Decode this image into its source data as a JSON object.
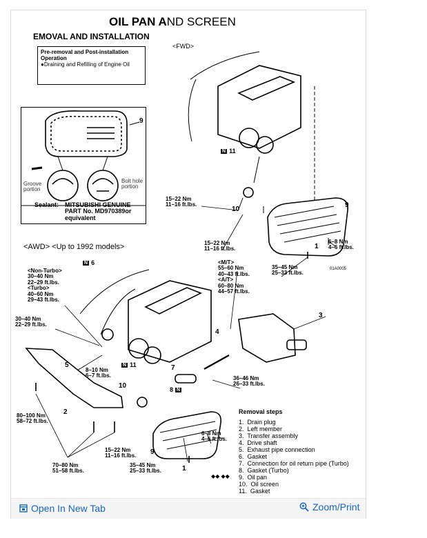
{
  "diagram": {
    "title_pre": "OIL PAN ",
    "title_bold_a": "A",
    "title_rest": "ND SCREEN",
    "subtitle": "EMOVAL AND INSTALLATION",
    "pre_op_line1": "Pre-removal and Post-installation",
    "pre_op_line2": "Operation",
    "pre_op_line3": "●Draining and Refilling of Engine Oil",
    "fwd": "<FWD>",
    "awd": "<AWD> <Up to 1992 models>",
    "inset_callout": "9",
    "groove": "Groove\nportion",
    "bolt_hole": "Bolt hole\nportion",
    "sealant_label": "Sealant:",
    "sealant_text": "MITSUBISHI GENUINE\nPART No. MD970389or\nequivalent",
    "ref_code": "01A0005",
    "removal_title": "Removal steps",
    "steps": [
      "1.  Drain plug",
      "2.  Left member",
      "3.  Transfer assembly",
      "4.  Drive shaft",
      "5.  Exhaust pipe connection",
      "6.  Gasket",
      "7.  Connection for oil return pipe (Turbo)",
      "8.  Gasket (Turbo)",
      "9.  Oil pan",
      "10.  Oil screen",
      "11.  Gasket"
    ],
    "arrows_mark": "◆◆ ◆◆",
    "labels": {
      "fwd_11": "11",
      "fwd_torque1": "15–22 Nm\n11–16 ft.lbs.",
      "fwd_10": "10",
      "fwd_9": "9",
      "fwd_torque2": "15–22 Nm\n11–16 ft.lbs.",
      "fwd_torque3": "6–8 Nm\n4–6 ft.lbs.",
      "fwd_1": "1",
      "fwd_torque4": "35–45 Nm\n25–33 ft.lbs.",
      "awd_6": "6",
      "nonturbo": "<Non-Turbo>\n30–40 Nm\n22–29 ft.lbs.\n<Turbo>\n40–60 Nm\n29–43 ft.lbs.",
      "mt_at": "<M/T>\n55–60 Nm\n40–43 ft.lbs.\n<A/T>\n60–80 Nm\n44–57 ft.lbs.",
      "awd_3": "3",
      "left_torque": "30–40 Nm\n22–29 ft.lbs.",
      "awd_4": "4",
      "awd_5": "5",
      "torque_810": "8–10 Nm\n6–7 ft.lbs.",
      "awd_11": "11",
      "awd_7": "7",
      "torque_3646": "36–46 Nm\n26–33 ft.lbs.",
      "awd_10": "10",
      "awd_8": "8",
      "awd_2": "2",
      "torque_80100": "80–100 Nm\n58–72 ft.lbs.",
      "awd_9": "9",
      "torque_68": "6–8 Nm\n4–6 ft.lbs.",
      "torque_1522": "15–22 Nm\n11–16 ft.lbs.",
      "torque_3545": "35–45 Nm\n25–33 ft.lbs.",
      "awd_1": "1",
      "torque_7080": "70–80 Nm\n51–58 ft.lbs."
    }
  },
  "footer": {
    "open_tab": "Open In New Tab",
    "zoom_print": "Zoom/Print"
  },
  "colors": {
    "link": "#1565c0",
    "bar": "#f5f5f5"
  }
}
